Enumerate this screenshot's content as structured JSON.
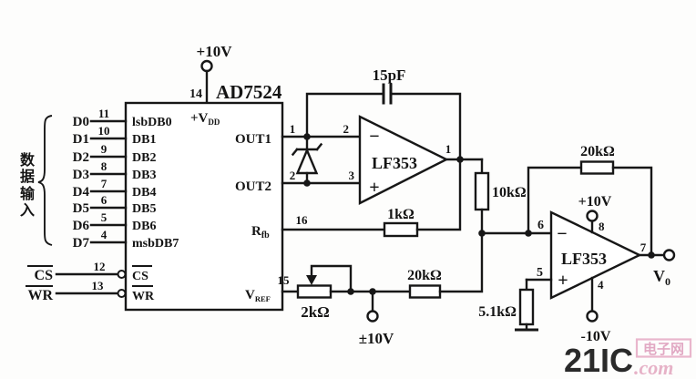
{
  "input_group": {
    "label": "数据输入"
  },
  "bus": {
    "lines": [
      {
        "name": "D0",
        "pin": "11",
        "port": "lsbDB0"
      },
      {
        "name": "D1",
        "pin": "10",
        "port": "DB1"
      },
      {
        "name": "D2",
        "pin": "9",
        "port": "DB2"
      },
      {
        "name": "D3",
        "pin": "8",
        "port": "DB3"
      },
      {
        "name": "D4",
        "pin": "7",
        "port": "DB4"
      },
      {
        "name": "D5",
        "pin": "6",
        "port": "DB5"
      },
      {
        "name": "D6",
        "pin": "5",
        "port": "DB6"
      },
      {
        "name": "D7",
        "pin": "4",
        "port": "msbDB7"
      }
    ],
    "cs": {
      "name": "CS",
      "pin": "12",
      "port": "CS"
    },
    "wr": {
      "name": "WR",
      "pin": "13",
      "port": "WR"
    }
  },
  "dac": {
    "name": "AD7524",
    "supply": "+10V",
    "supply_pin": "14",
    "vdd": {
      "main": "+V",
      "sub": "DD"
    },
    "out1": {
      "label": "OUT1",
      "pin": "1"
    },
    "out2": {
      "label": "OUT2",
      "pin": "2"
    },
    "rfb": {
      "main": "R",
      "sub": "fb",
      "pin": "16"
    },
    "vref": {
      "main": "V",
      "sub": "REF",
      "pin": "15"
    }
  },
  "opamp1": {
    "name": "LF353",
    "minus": "−",
    "plus": "+",
    "pin_minus": "2",
    "pin_plus": "3",
    "pin_out": "1"
  },
  "opamp2": {
    "name": "LF353",
    "minus": "−",
    "plus": "+",
    "pin_minus": "6",
    "pin_plus": "5",
    "pin_out": "7",
    "pin_vcc": "8",
    "pin_vee": "4",
    "vcc": "+10V",
    "vee": "-10V"
  },
  "parts": {
    "c_comp": "15pF",
    "r_fb": "1kΩ",
    "r_in": "10kΩ",
    "r_sum": "20kΩ",
    "r_fb2": "20kΩ",
    "r_bias": "5.1kΩ",
    "pot": "2kΩ"
  },
  "ref_supply": "±10V",
  "output": {
    "main": "V",
    "sub": "0"
  },
  "watermark": {
    "brand": "21IC",
    "site": "电子网",
    "com": ".com",
    "brand_color": "#e25a50",
    "accent_color": "#e4aac2"
  }
}
